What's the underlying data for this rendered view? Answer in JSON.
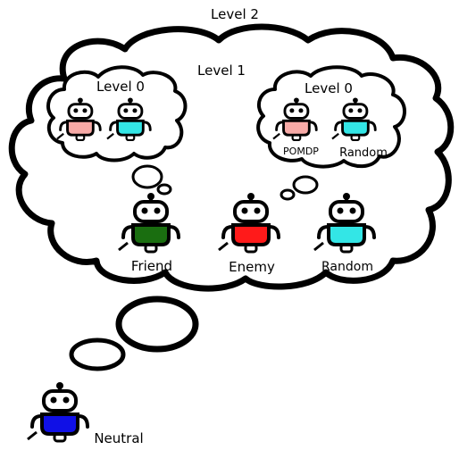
{
  "labels": {
    "level2": "Level 2",
    "level1": "Level 1",
    "level0_left": "Level 0",
    "level0_right": "Level 0",
    "friend": "Friend",
    "enemy": "Enemy",
    "random": "Random",
    "pomdp": "POMDP",
    "random_small": "Random",
    "neutral": "Neutral"
  },
  "robots": {
    "friend_color": "#1a6e10",
    "enemy_color": "#ff1a1a",
    "random_color": "#33e6e6",
    "pomdp_color": "#f7aaa7",
    "neutral_color": "#1010e6",
    "l0_left_a_color": "#f7aaa7",
    "l0_left_b_color": "#33e6e6",
    "l0_right_random_color": "#33e6e6"
  },
  "icons": {
    "robot": "robot-icon",
    "thought_bubble": "thought-bubble-icon"
  }
}
